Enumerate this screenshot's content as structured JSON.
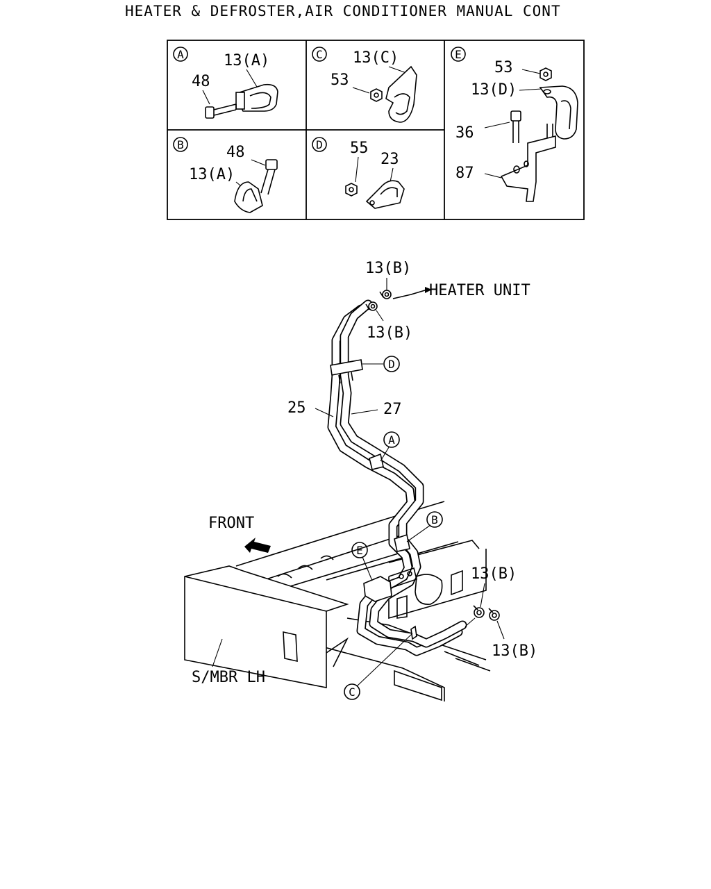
{
  "title": "HEATER & DEFROSTER,AIR CONDITIONER MANUAL CONT",
  "detail_panels": {
    "A": {
      "letter": "A",
      "part_clip": "13(A)",
      "part_bolt": "48"
    },
    "B": {
      "letter": "B",
      "part_bolt": "48",
      "part_clip": "13(A)"
    },
    "C": {
      "letter": "C",
      "part_clip": "13(C)",
      "part_nut": "53"
    },
    "D": {
      "letter": "D",
      "part_nut": "55",
      "part_clamp": "23"
    },
    "E": {
      "letter": "E",
      "part_nut": "53",
      "part_clip": "13(D)",
      "part_bolt": "36",
      "part_bracket": "87"
    }
  },
  "main": {
    "clip_top_1": "13(B)",
    "clip_top_2": "13(B)",
    "heater_unit": "HEATER UNIT",
    "hose_left": "25",
    "hose_right": "27",
    "clip_bottom_1": "13(B)",
    "clip_bottom_2": "13(B)",
    "front": "FRONT",
    "side_member": "S/MBR LH",
    "callout_A": "A",
    "callout_B": "B",
    "callout_C": "C",
    "callout_D": "D",
    "callout_E": "E"
  }
}
